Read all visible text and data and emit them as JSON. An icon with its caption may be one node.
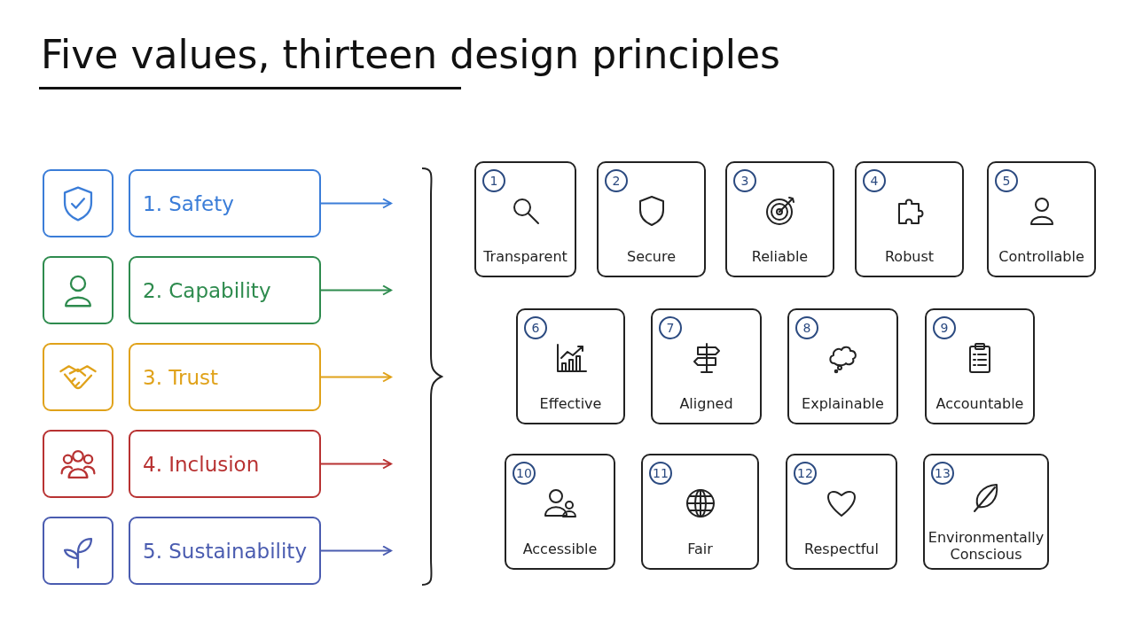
{
  "diagram": {
    "title": "Five values, thirteen design principles",
    "nodes": [
      {
        "text": [],
        "shape": "box"
      },
      {
        "text": [
          "1. Safety"
        ]
      },
      {
        "text": [],
        "shape": "box"
      },
      {
        "text": [
          "2. Capability"
        ]
      },
      {
        "text": [],
        "shape": "box"
      },
      {
        "text": [
          "3. Trust"
        ]
      },
      {
        "text": [],
        "shape": "box"
      },
      {
        "text": [
          "4. Inclusion"
        ]
      },
      {
        "text": [],
        "shape": "box"
      },
      {
        "text": [
          "5. Sustainability"
        ]
      },
      {
        "text": [
          "1",
          "Transparent"
        ]
      },
      {
        "text": [
          "2",
          "Secure"
        ]
      },
      {
        "text": [
          "3",
          "Reliable"
        ]
      },
      {
        "text": [
          "4",
          "Robust"
        ]
      },
      {
        "text": [
          "5",
          "Controllable"
        ]
      },
      {
        "text": [
          "6",
          "Effective"
        ]
      },
      {
        "text": [
          "7",
          "Aligned"
        ]
      },
      {
        "text": [
          "8",
          "Explainable"
        ]
      },
      {
        "text": [
          "9",
          "Accountable"
        ]
      },
      {
        "text": [
          "10",
          "Accessible"
        ]
      },
      {
        "text": [
          "11",
          "Fair"
        ]
      },
      {
        "text": [
          "12",
          "Respectful"
        ]
      },
      {
        "text": [
          "13",
          "Environmentally Conscious"
        ]
      }
    ],
    "edges": [
      {
        "from": 1,
        "to": null,
        "arrow": "to",
        "color": "#3b7dd8"
      },
      {
        "from": 3,
        "to": null,
        "arrow": "to",
        "color": "#2e8b4e"
      },
      {
        "from": 5,
        "to": null,
        "arrow": "to",
        "color": "#e0a21a"
      },
      {
        "from": 7,
        "to": null,
        "arrow": "to",
        "color": "#b83232"
      },
      {
        "from": 9,
        "to": null,
        "arrow": "to",
        "color": "#4a5cb0"
      }
    ]
  }
}
